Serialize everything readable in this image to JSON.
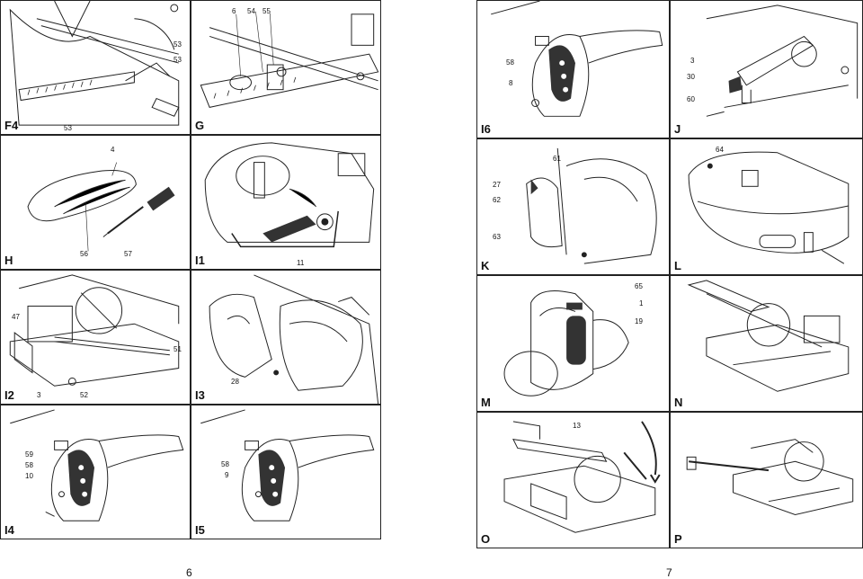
{
  "left_page": {
    "page_number": "6",
    "panels": [
      {
        "id": "F4",
        "callouts": [
          "53",
          "53",
          "53"
        ]
      },
      {
        "id": "G",
        "callouts": [
          "6",
          "54",
          "55"
        ]
      },
      {
        "id": "H",
        "callouts": [
          "4",
          "56",
          "57"
        ]
      },
      {
        "id": "I1",
        "callouts": [
          "11"
        ]
      },
      {
        "id": "I2",
        "callouts": [
          "47",
          "51",
          "3",
          "52"
        ]
      },
      {
        "id": "I3",
        "callouts": [
          "28"
        ]
      },
      {
        "id": "I4",
        "callouts": [
          "59",
          "58",
          "10"
        ]
      },
      {
        "id": "I5",
        "callouts": [
          "58",
          "9"
        ]
      }
    ]
  },
  "right_page": {
    "page_number": "7",
    "panels": [
      {
        "id": "I6",
        "callouts": [
          "58",
          "8"
        ]
      },
      {
        "id": "J",
        "callouts": [
          "3",
          "30",
          "60"
        ]
      },
      {
        "id": "K",
        "callouts": [
          "61",
          "27",
          "62",
          "63"
        ]
      },
      {
        "id": "L",
        "callouts": [
          "64"
        ]
      },
      {
        "id": "M",
        "callouts": [
          "65",
          "1",
          "19"
        ]
      },
      {
        "id": "N",
        "callouts": []
      },
      {
        "id": "O",
        "callouts": [
          "13"
        ]
      },
      {
        "id": "P",
        "callouts": []
      }
    ]
  },
  "colors": {
    "line": "#222222",
    "paper": "#ffffff",
    "shade": "#333333"
  }
}
